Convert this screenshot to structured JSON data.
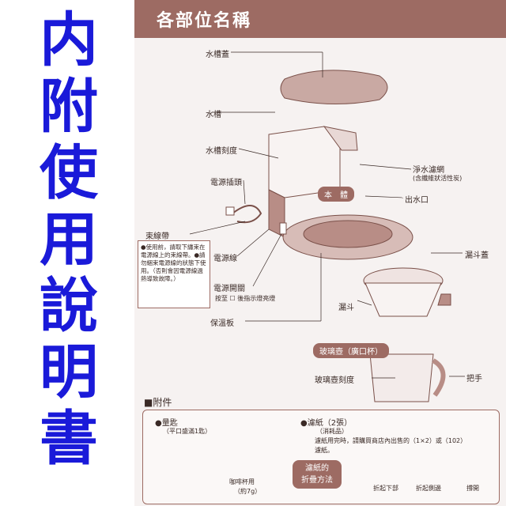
{
  "overlay": {
    "chars": [
      "内",
      "附",
      "使",
      "用",
      "說",
      "明",
      "書"
    ]
  },
  "manual": {
    "title": "各部位名稱",
    "labels": {
      "water_tank_lid": "水槽蓋",
      "water_tank": "水槽",
      "water_scale": "水槽刻度",
      "power_plug": "電源插頭",
      "cord_band": "束線帶",
      "power_cord": "電源線",
      "power_switch": "電源開關",
      "switch_note": "按至",
      "switch_note2": "後指示燈亮燈",
      "warming_plate": "保溫板",
      "filter_net": "淨水濾網",
      "filter_net_note": "(含纖維狀活性炭)",
      "outlet": "出水口",
      "body": "本　體",
      "funnel_lid": "漏斗蓋",
      "funnel": "漏斗",
      "glass_pot": "玻璃壺（廣口杯）",
      "pot_scale": "玻璃壺刻度",
      "handle": "把手"
    },
    "cord_note": "●使用前，請取下纏束在電源線上的束線帶。●請勿綑束電源線的狀態下使用。（否則會因電源線過熱導致故障。）",
    "accessories": {
      "heading": "■附件",
      "spoon_title": "●量匙",
      "spoon_sub": "（平口盛滿1匙）",
      "spoon_name": "咖啡杯用",
      "spoon_amount": "（約7g）",
      "filter_title": "●濾紙（2張）",
      "filter_sub": "（消耗品）",
      "filter_desc1": "濾紙用完時，請購買商店內出售的（1×2）或（102）",
      "filter_desc2": "濾紙。",
      "fold_label1": "濾紙的",
      "fold_label2": "折疊方法",
      "step1": "折起下部",
      "step2": "折起側邊",
      "step3": "撐開"
    }
  },
  "colors": {
    "overlay_text": "#1a1ad9",
    "accent": "#9d6b63",
    "paper": "#f6f2f1"
  }
}
